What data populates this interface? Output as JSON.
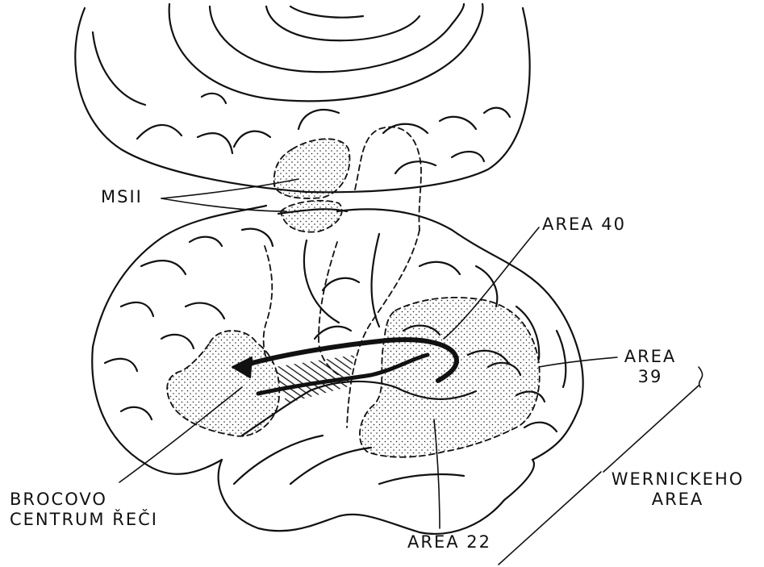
{
  "labels": {
    "msii": "MSII",
    "area_40": "AREA 40",
    "area_39_line1": "AREA",
    "area_39_line2": "39",
    "broca_line1": "BROCOVO",
    "broca_line2": "CENTRUM ŘEČI",
    "area_22": "AREA 22",
    "wernicke_line1": "WERNICKEHO",
    "wernicke_line2": "AREA"
  }
}
